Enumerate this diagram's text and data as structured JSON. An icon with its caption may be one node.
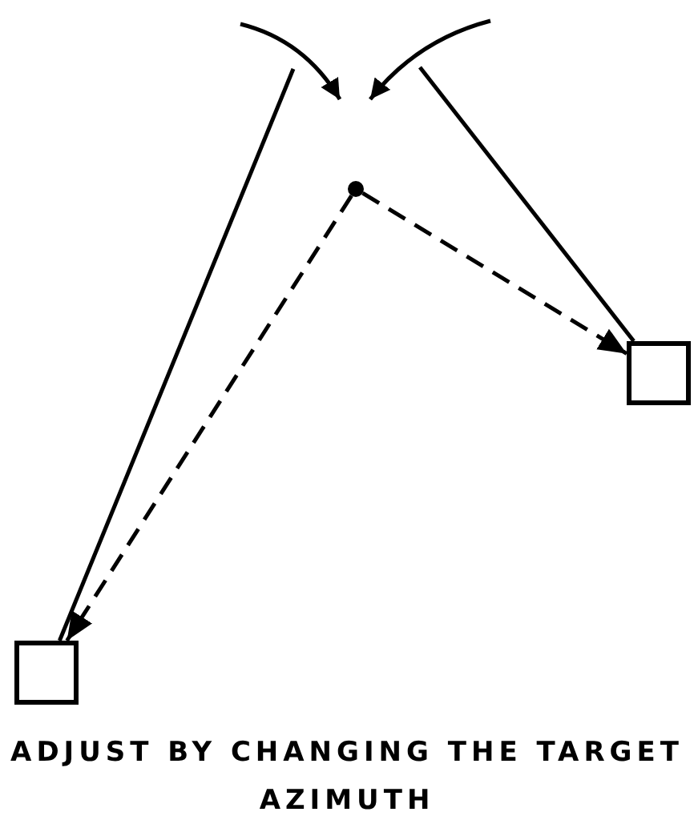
{
  "diagram": {
    "caption": "ADJUST BY CHANGING THE TARGET AZIMUTH",
    "nodes": [
      {
        "text": [],
        "shape": "circle"
      },
      {
        "text": [],
        "shape": "box"
      },
      {
        "text": [],
        "shape": "box"
      }
    ],
    "edges": [
      {
        "from": 0,
        "to": 1,
        "arrow": "to",
        "style": "dashed"
      },
      {
        "from": 0,
        "to": 2,
        "arrow": "to",
        "style": "dashed"
      },
      {
        "from": 2,
        "to": null,
        "arrow": "none"
      },
      {
        "from": 1,
        "to": null,
        "arrow": "none"
      }
    ]
  }
}
